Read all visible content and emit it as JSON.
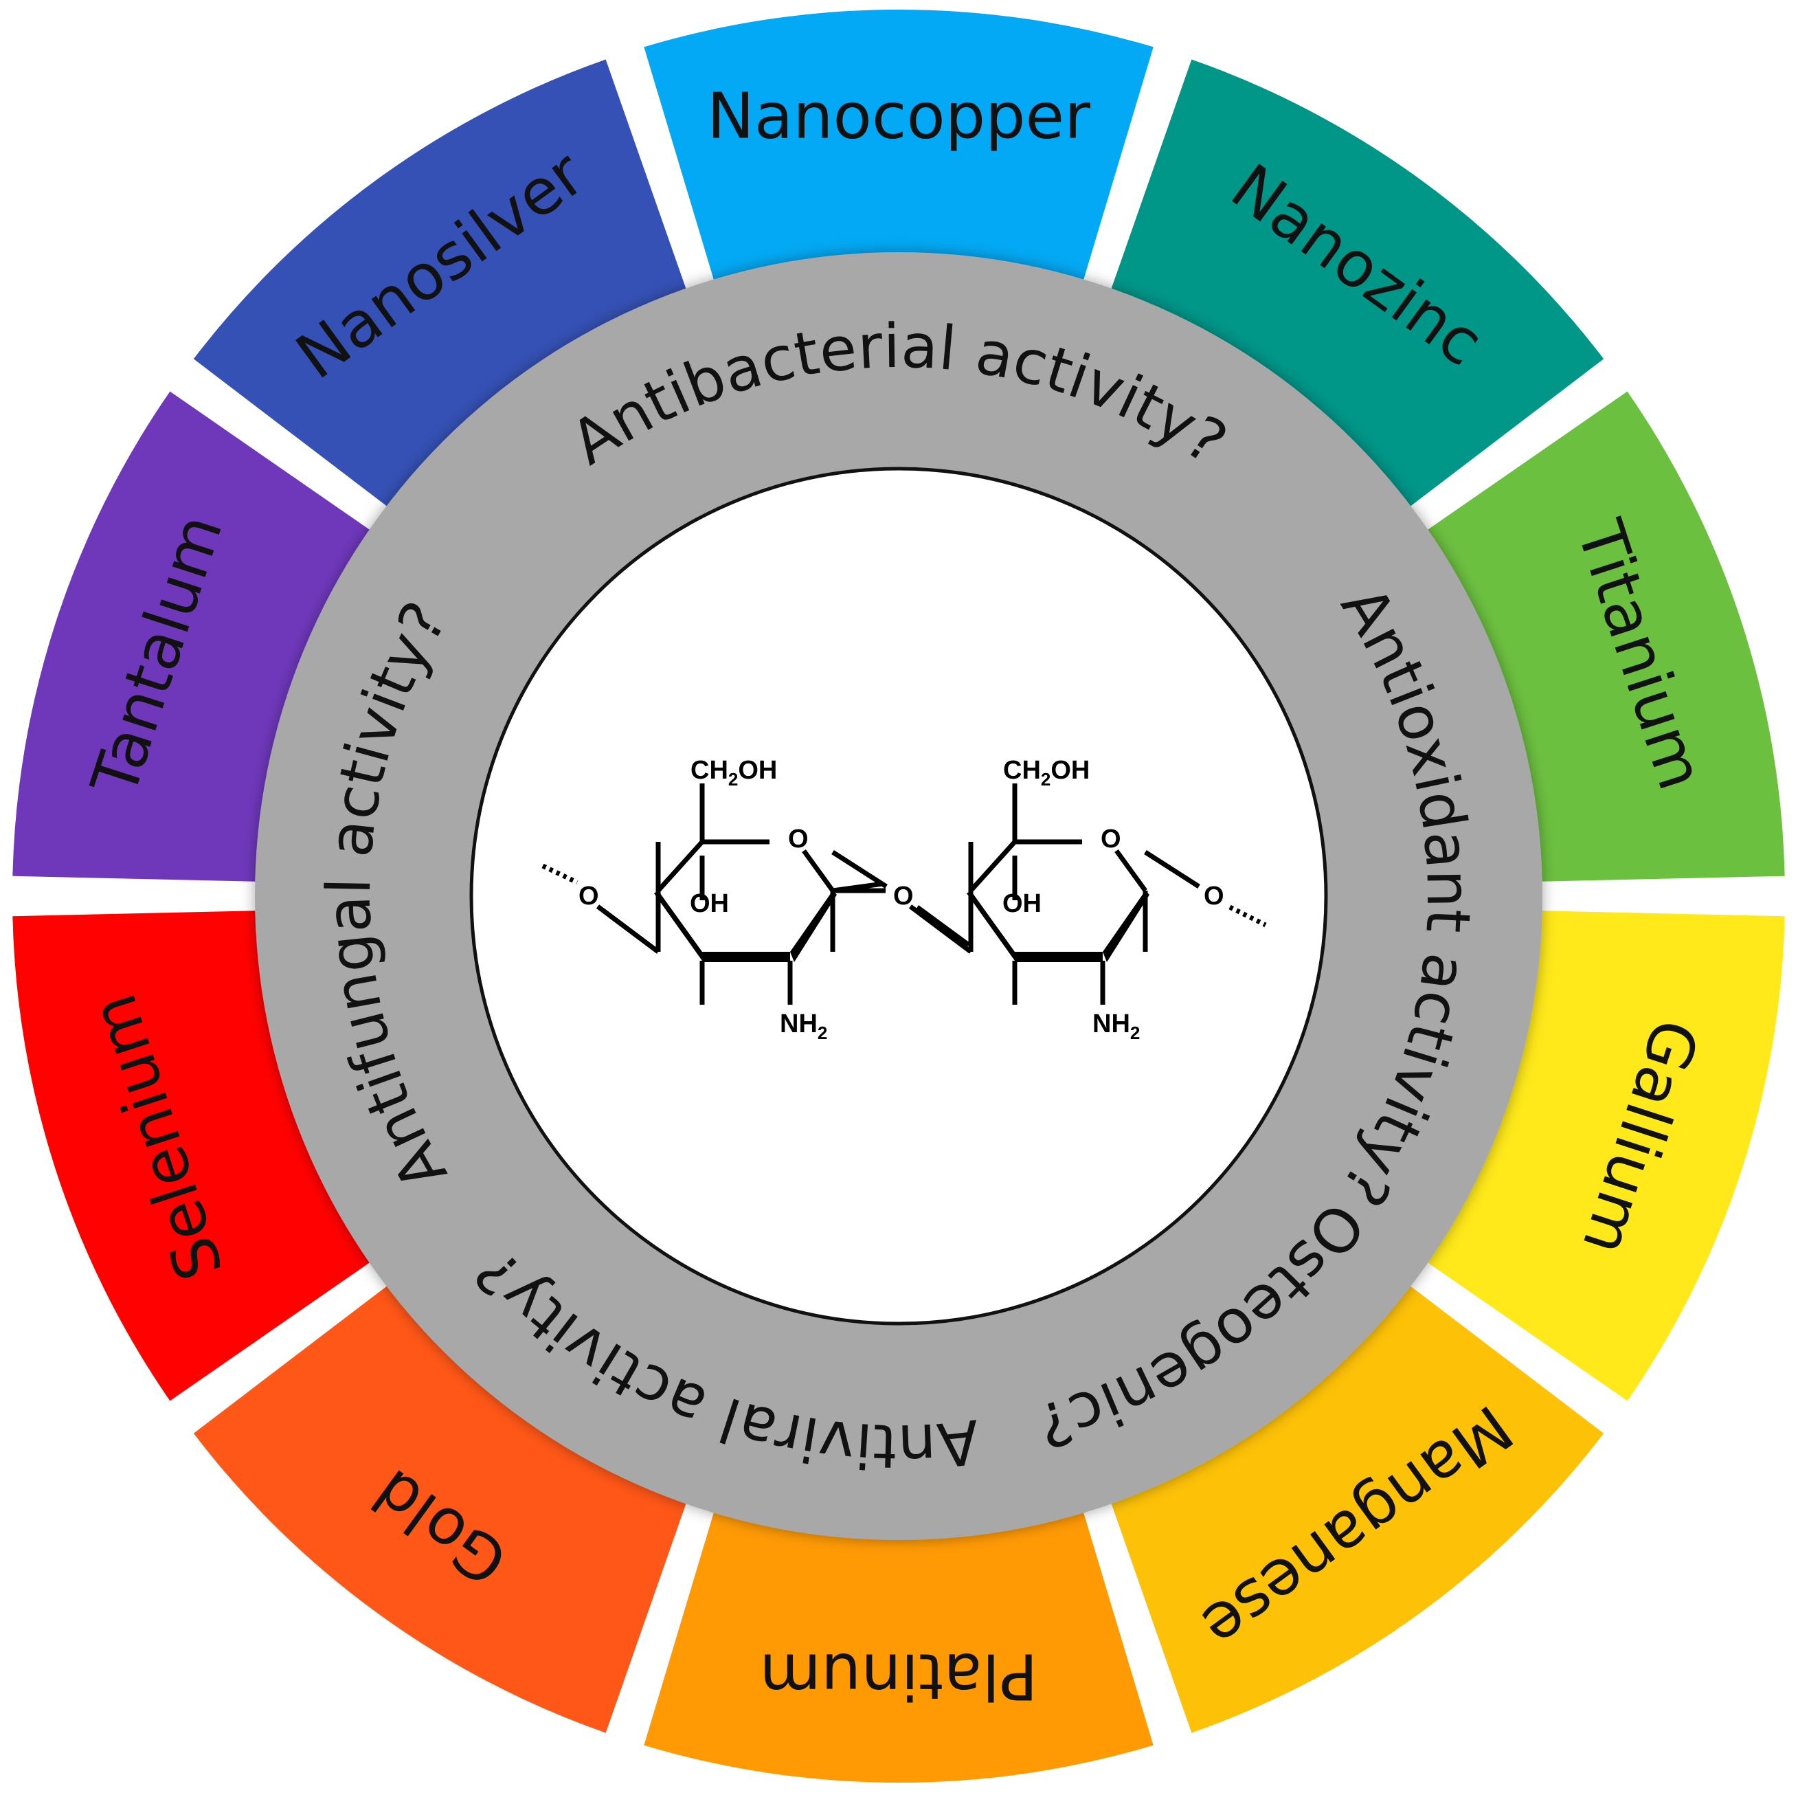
{
  "segments": [
    {
      "label": "Nanocopper",
      "color": "#03A9F4"
    },
    {
      "label": "Nanozinc",
      "color": "#009688"
    },
    {
      "label": "Titanium",
      "color": "#6CC040"
    },
    {
      "label": "Gallium",
      "color": "#FFE91A"
    },
    {
      "label": "Manganese",
      "color": "#FDC107"
    },
    {
      "label": "Platinum",
      "color": "#FF9A05"
    },
    {
      "label": "Gold",
      "color": "#FF5717"
    },
    {
      "label": "Selenium",
      "color": "#FF0200"
    },
    {
      "label": "Tantalum",
      "color": "#6F38BB"
    },
    {
      "label": "Nanosilver",
      "color": "#3551B5"
    }
  ],
  "ring": {
    "color": "#A8A8A8",
    "activities": [
      "Antibacterial activity?",
      "Antioxidant activity?",
      "Osteogenic?",
      "Antiviral activity?",
      "Antifungal activity?"
    ]
  },
  "molecule": {
    "group_top": "CH",
    "group_top_sub": "2",
    "group_top_tail": "OH",
    "ring_oxygen": "O",
    "hydroxyl": "OH",
    "amine": "NH",
    "amine_sub": "2",
    "link_oxygen": "O"
  }
}
